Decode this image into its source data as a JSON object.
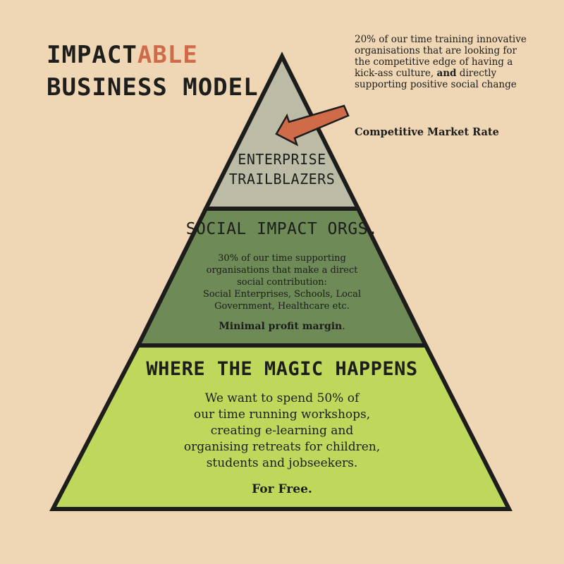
{
  "title": {
    "line1_a": "IMPACT",
    "line1_b": "ABLE",
    "line2": "BUSINESS MODEL"
  },
  "colors": {
    "background": "#efd6b4",
    "outline": "#1d1d1b",
    "accent": "#cf6b48",
    "tier_top": "#bcbba5",
    "tier_middle": "#6d8a57",
    "tier_bottom": "#bdd85a"
  },
  "arrow": {
    "icon": "arrow-pointing-to-top-tier-icon"
  },
  "tiers": {
    "top": {
      "title_line1": "ENTERPRISE",
      "title_line2": "TRAILBLAZERS",
      "note_part1": "20% of our time training innovative organisations that are looking for the competitive edge of having a kick-ass culture,",
      "note_bold": "and",
      "note_part2": "directly supporting positive social change",
      "rate": "Competitive Market Rate"
    },
    "middle": {
      "title": "SOCIAL IMPACT ORGS.",
      "body_line1": "30% of our time supporting",
      "body_line2": "organisations that make a direct",
      "body_line3": "social contribution:",
      "body_line4": "Social Enterprises, Schools, Local",
      "body_line5": "Government, Healthcare etc.",
      "footer_bold": "Minimal profit margin",
      "footer_end": "."
    },
    "bottom": {
      "title": "WHERE THE MAGIC HAPPENS",
      "body_line1": "We want to spend 50% of",
      "body_line2": "our time running workshops,",
      "body_line3": "creating e-learning and",
      "body_line4": "organising retreats for children,",
      "body_line5": "students and jobseekers.",
      "footer": "For Free."
    }
  }
}
